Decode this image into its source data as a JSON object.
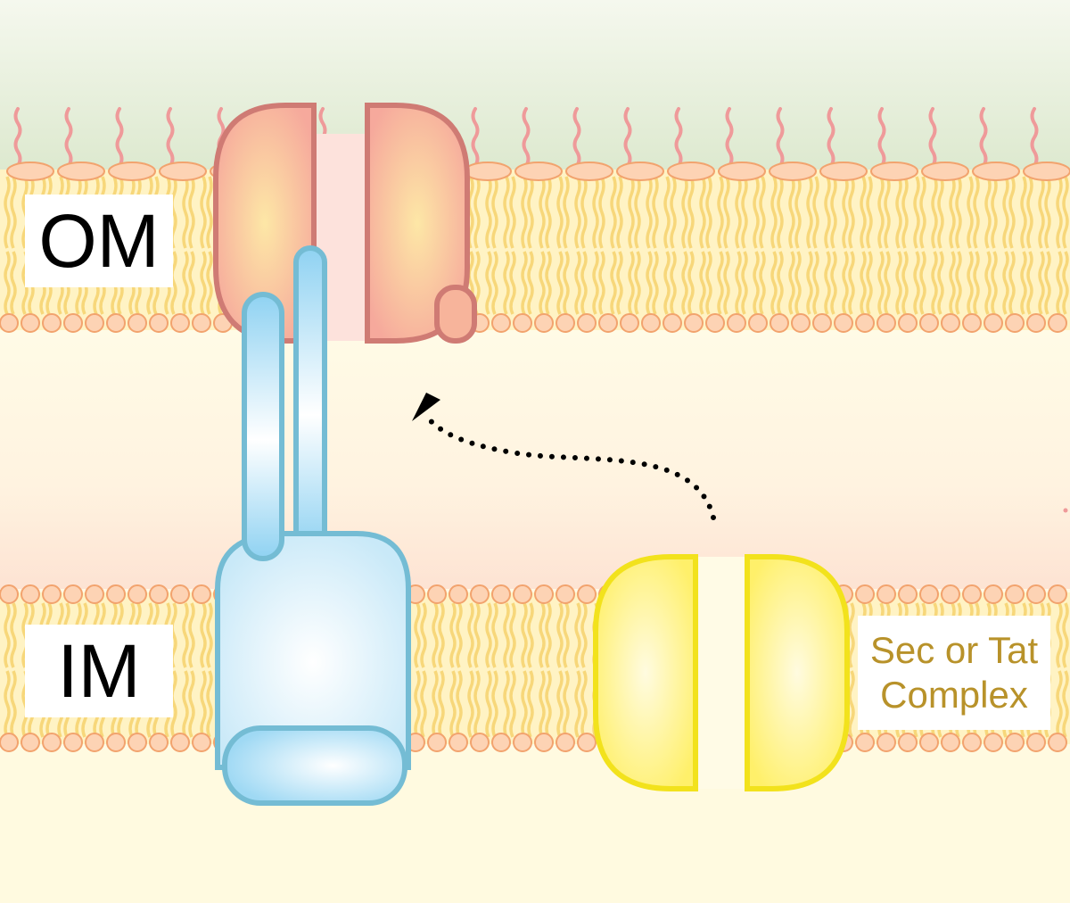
{
  "labels": {
    "outer_membrane": "OM",
    "inner_membrane": "IM",
    "transporter_line1": "Sec or Tat",
    "transporter_line2": "Complex"
  },
  "colors": {
    "extracellular_top": "#e2ecd4",
    "periplasm": "#fffbe6",
    "lipid_head": "#fdd3b4",
    "lipid_head_stroke": "#f2a36e",
    "lipid_tail": "#f7d77a",
    "lps_chain": "#ef9a9a",
    "om_protein_fill": "#f6a99c",
    "om_protein_stroke": "#cf7b74",
    "im_protein_fill": "#d4eefa",
    "im_protein_stroke": "#74bcd4",
    "sec_complex_fill": "#ffef5a",
    "sec_complex_stroke": "#f2e21c",
    "arrow": "#000000",
    "label_text": "#000000",
    "sec_label_text": "#b8922a"
  }
}
